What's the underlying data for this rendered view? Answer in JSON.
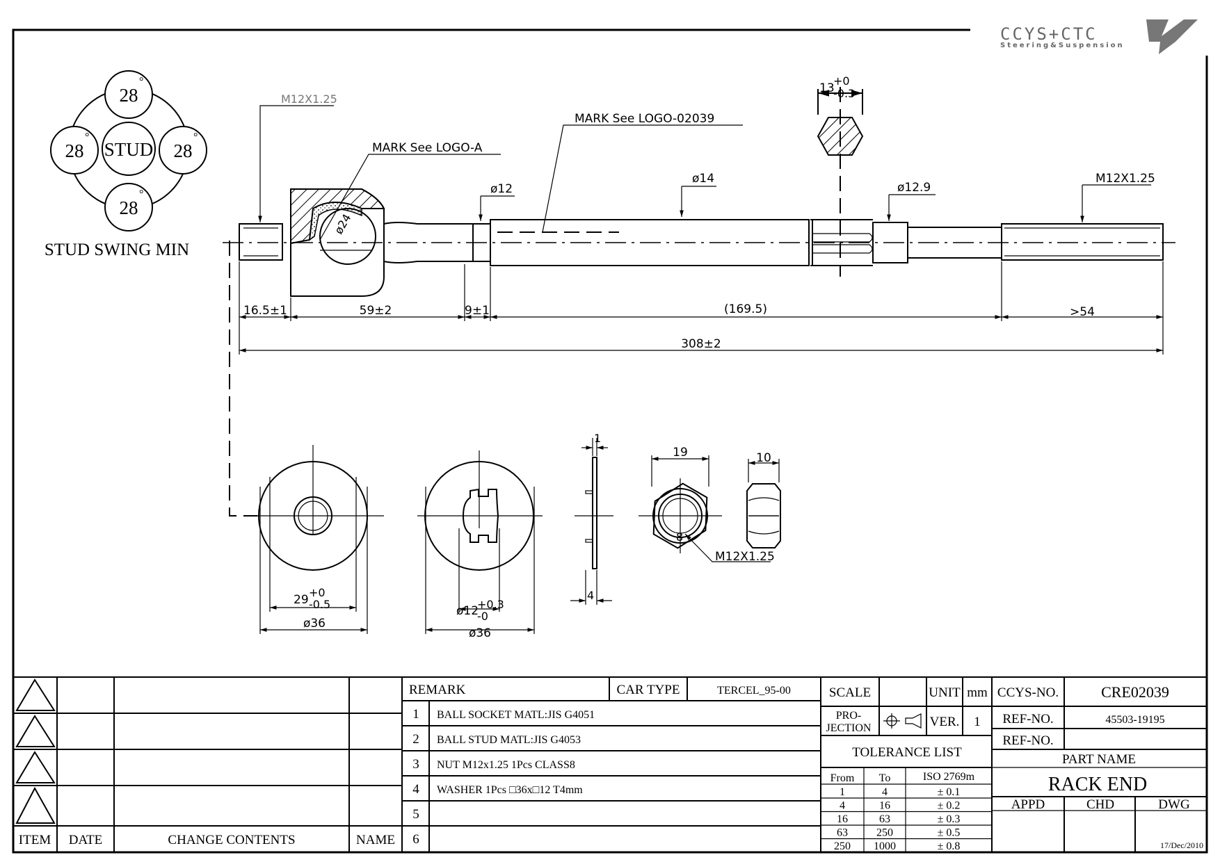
{
  "brand": {
    "logo_text": "CCYS+CTC",
    "logo_subtitle": "Steering&Suspension"
  },
  "stud_swing": {
    "center_label": "STUD",
    "angles": [
      "28",
      "28",
      "28",
      "28"
    ],
    "degree_symbol": "°",
    "caption": "STUD SWING MIN"
  },
  "rack_end_view": {
    "thread_left": "M12X1.25",
    "mark_logo_a": "MARK See LOGO-A",
    "mark_logo_part": "MARK See LOGO-02039",
    "hex_size": "13",
    "hex_tol_plus": "+0",
    "hex_tol_minus": "-0.3",
    "ball_dia": "ø24",
    "dia_12": "ø12",
    "dia_14": "ø14",
    "dia_12_9": "ø12.9",
    "thread_right": "M12X1.25",
    "dims": {
      "d1": "16.5±1",
      "d2": "59±2",
      "d3": "9±1",
      "d4": "(169.5)",
      "d5": ">54",
      "overall": "308±2"
    }
  },
  "parts_views": {
    "washer1_inner": "29",
    "washer1_inner_tol_plus": "+0",
    "washer1_inner_tol_minus": "-0.5",
    "washer1_outer": "ø36",
    "washer2_inner": "ø12",
    "washer2_inner_tol_plus": "+0.3",
    "washer2_inner_tol_minus": "-0",
    "washer2_outer": "ø36",
    "washer_side_top": "1",
    "washer_side_bottom": "4",
    "nut_width": "19",
    "nut_thread": "M12X1.25",
    "nut_grade": "8",
    "nut_thickness": "10"
  },
  "title_block": {
    "revision_headers": {
      "item": "ITEM",
      "date": "DATE",
      "change": "CHANGE CONTENTS",
      "name": "NAME"
    },
    "remark_label": "REMARK",
    "car_type_label": "CAR TYPE",
    "car_type": "TERCEL_95-00",
    "remarks": [
      {
        "no": "1",
        "text": "BALL SOCKET MATL:JIS G4051"
      },
      {
        "no": "2",
        "text": "BALL STUD MATL:JIS G4053"
      },
      {
        "no": "3",
        "text": "NUT M12x1.25 1Pcs CLASS8"
      },
      {
        "no": "4",
        "text": "WASHER 1Pcs □36x□12 T4mm"
      },
      {
        "no": "5",
        "text": ""
      },
      {
        "no": "6",
        "text": ""
      }
    ],
    "scale_label": "SCALE",
    "unit_label": "UNIT",
    "unit": "mm",
    "projection_label_1": "PRO-",
    "projection_label_2": "JECTION",
    "ver_label": "VER.",
    "ver": "1",
    "tolerance_title": "TOLERANCE LIST",
    "tolerance_headers": {
      "from": "From",
      "to": "To",
      "std": "ISO 2769m"
    },
    "tolerance_rows": [
      {
        "from": "1",
        "to": "4",
        "tol": "± 0.1"
      },
      {
        "from": "4",
        "to": "16",
        "tol": "± 0.2"
      },
      {
        "from": "16",
        "to": "63",
        "tol": "± 0.3"
      },
      {
        "from": "63",
        "to": "250",
        "tol": "± 0.5"
      },
      {
        "from": "250",
        "to": "1000",
        "tol": "± 0.8"
      }
    ],
    "ccys_no_label": "CCYS-NO.",
    "ccys_no": "CRE02039",
    "ref_no_label": "REF-NO.",
    "ref_no": "45503-19195",
    "ref_no2_label": "REF-NO.",
    "ref_no2": "",
    "part_name_label": "PART NAME",
    "part_name": "RACK END",
    "appd_label": "APPD",
    "chd_label": "CHD",
    "dwg_label": "DWG",
    "date": "17/Dec/2010"
  }
}
